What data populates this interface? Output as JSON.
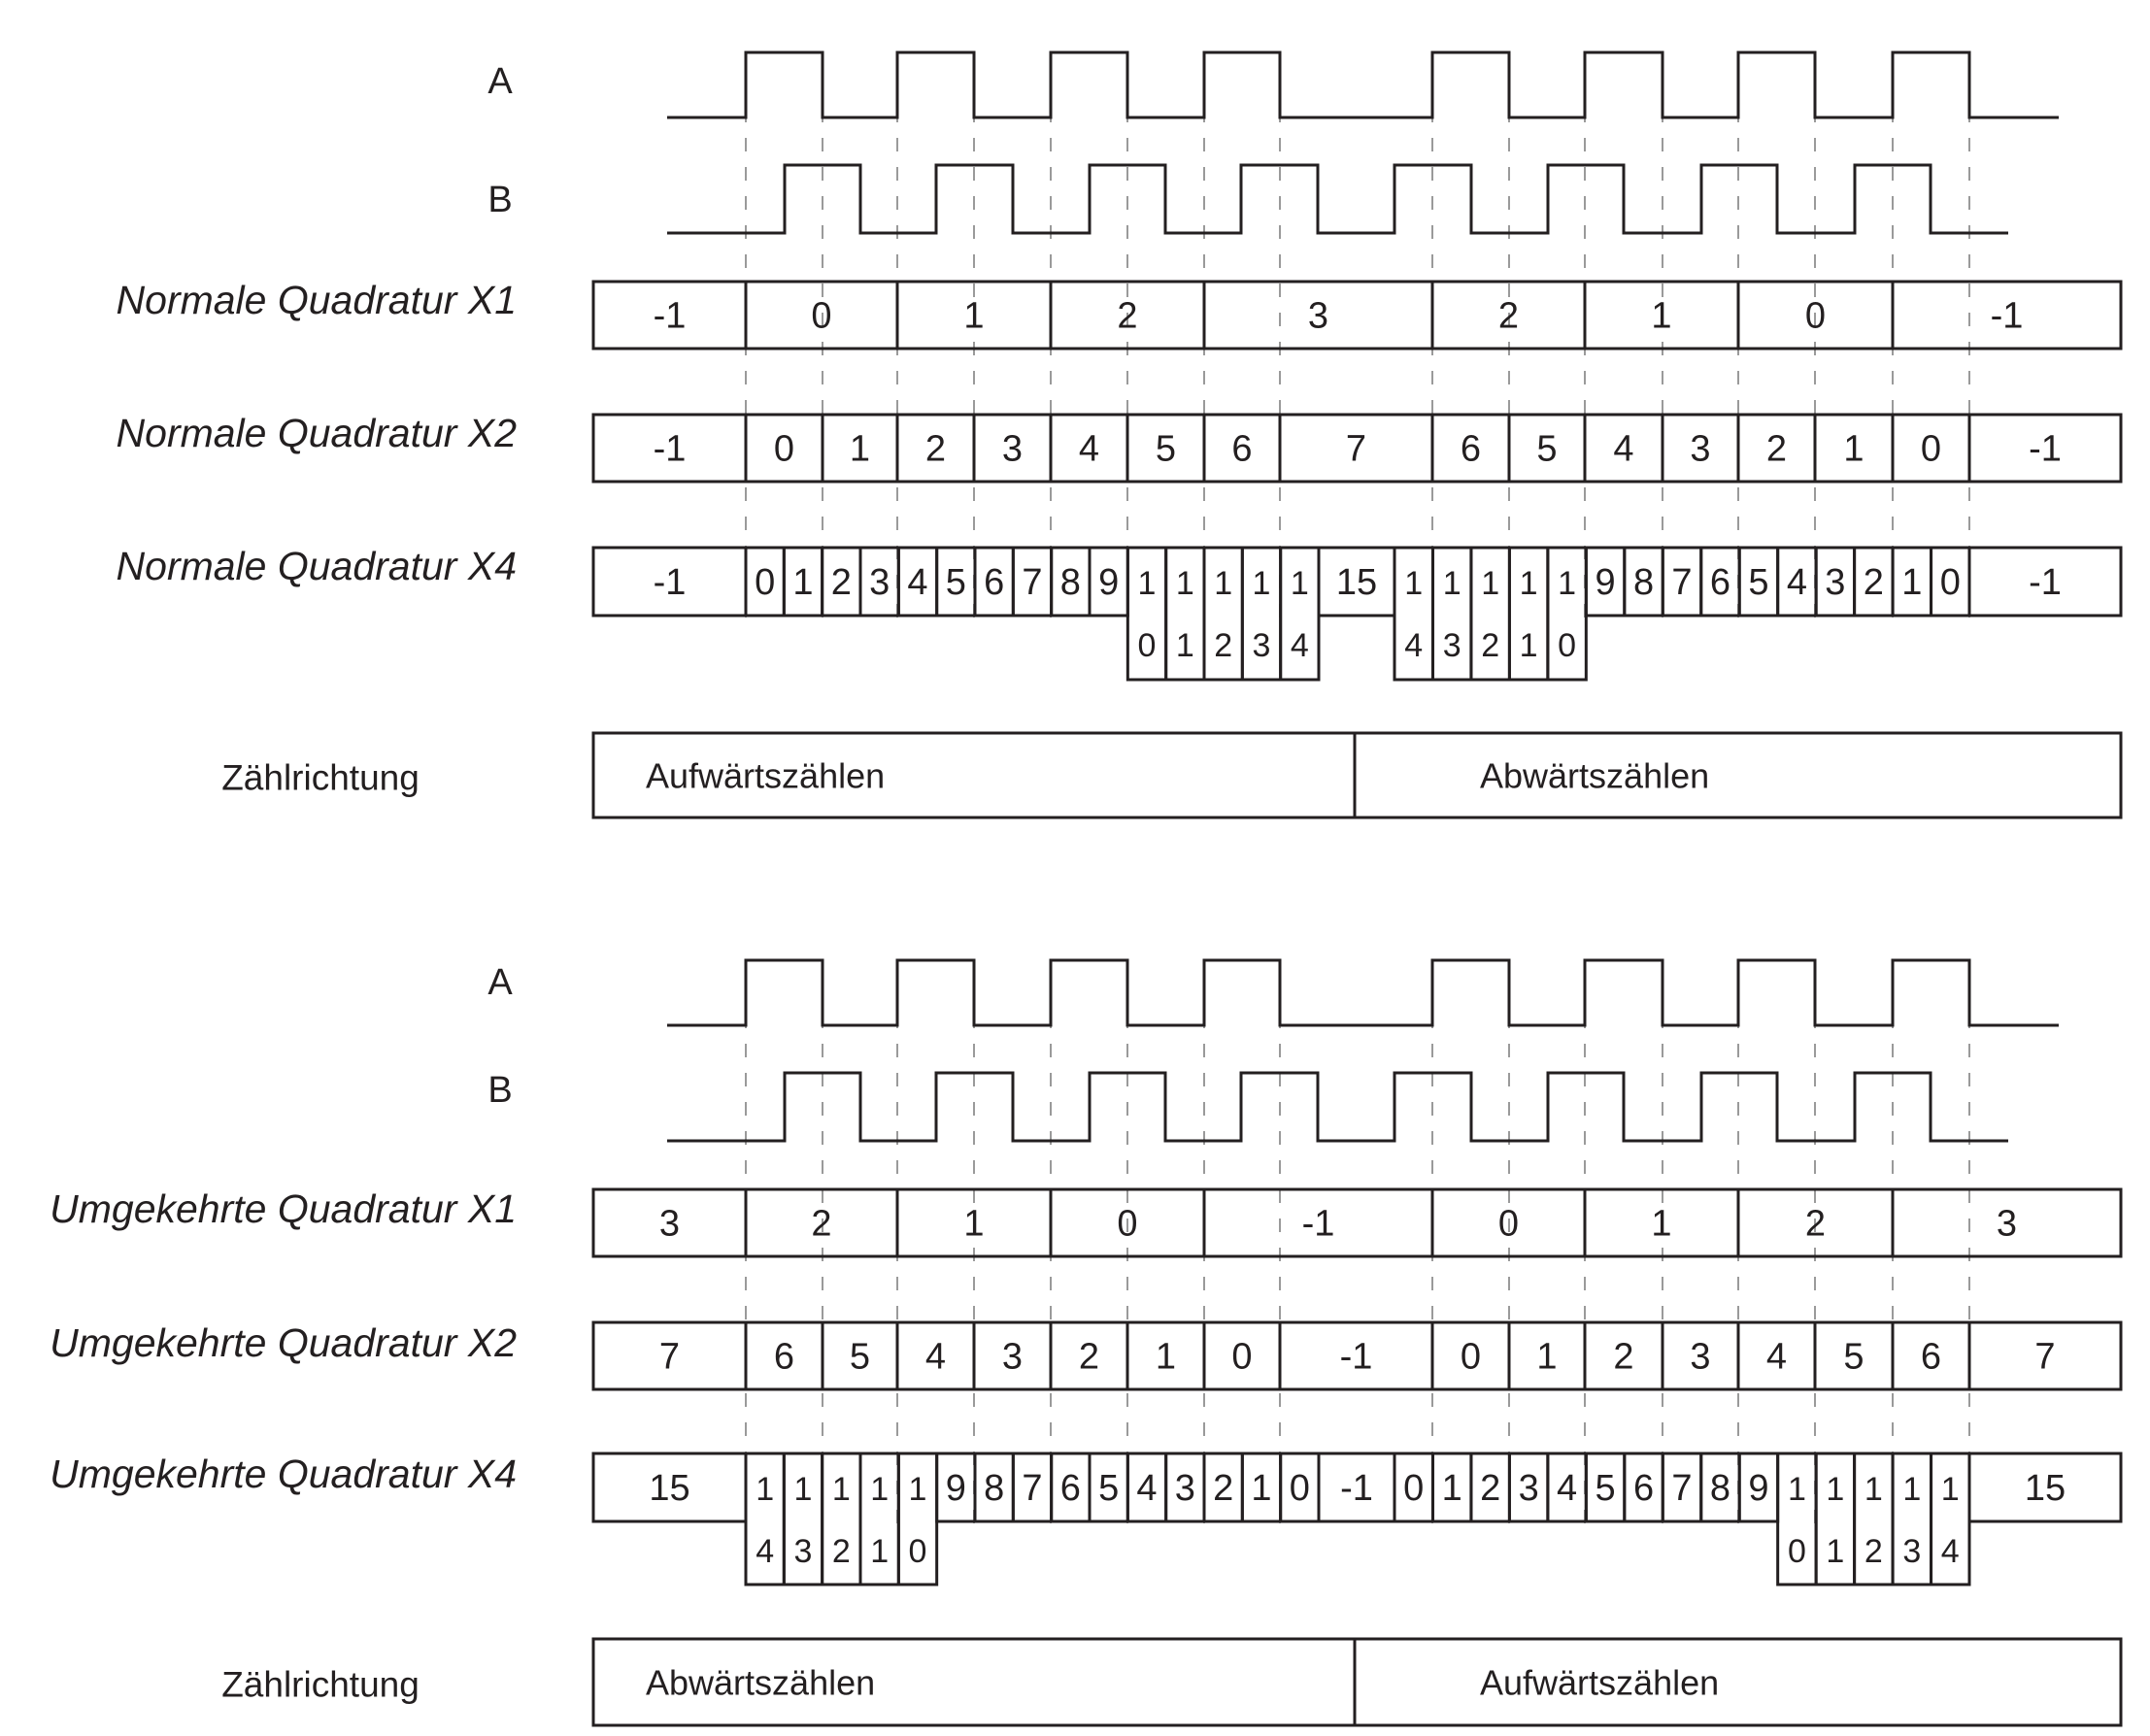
{
  "colors": {
    "ink": "#231f20",
    "guide": "#9a9a9a",
    "background": "#ffffff"
  },
  "sections": [
    {
      "signals": [
        "A",
        "B"
      ],
      "rows": [
        {
          "label": "Normale Quadratur X1",
          "values": [
            "-1",
            "0",
            "1",
            "2",
            "3",
            "2",
            "1",
            "0",
            "-1"
          ]
        },
        {
          "label": "Normale Quadratur X2",
          "values": [
            "-1",
            "0",
            "1",
            "2",
            "3",
            "4",
            "5",
            "6",
            "7",
            "6",
            "5",
            "4",
            "3",
            "2",
            "1",
            "0",
            "-1"
          ]
        },
        {
          "label": "Normale Quadratur X4",
          "values": [
            "-1",
            "0",
            "1",
            "2",
            "3",
            "4",
            "5",
            "6",
            "7",
            "8",
            "9",
            "10",
            "11",
            "12",
            "13",
            "14",
            "15",
            "14",
            "13",
            "12",
            "11",
            "10",
            "9",
            "8",
            "7",
            "6",
            "5",
            "4",
            "3",
            "2",
            "1",
            "0",
            "-1"
          ]
        }
      ],
      "direction": {
        "label": "Zählrichtung",
        "first": "Aufwärtszählen",
        "second": "Abwärtszählen"
      }
    },
    {
      "signals": [
        "A",
        "B"
      ],
      "rows": [
        {
          "label": "Umgekehrte Quadratur X1",
          "values": [
            "3",
            "2",
            "1",
            "0",
            "-1",
            "0",
            "1",
            "2",
            "3"
          ]
        },
        {
          "label": "Umgekehrte Quadratur X2",
          "values": [
            "7",
            "6",
            "5",
            "4",
            "3",
            "2",
            "1",
            "0",
            "-1",
            "0",
            "1",
            "2",
            "3",
            "4",
            "5",
            "6",
            "7"
          ]
        },
        {
          "label": "Umgekehrte Quadratur X4",
          "values": [
            "15",
            "14",
            "13",
            "12",
            "11",
            "10",
            "9",
            "8",
            "7",
            "6",
            "5",
            "4",
            "3",
            "2",
            "1",
            "0",
            "-1",
            "0",
            "1",
            "2",
            "3",
            "4",
            "5",
            "6",
            "7",
            "8",
            "9",
            "10",
            "11",
            "12",
            "13",
            "14",
            "15"
          ]
        }
      ],
      "direction": {
        "label": "Zählrichtung",
        "first": "Abwärtszählen",
        "second": "Aufwärtszählen"
      }
    }
  ]
}
